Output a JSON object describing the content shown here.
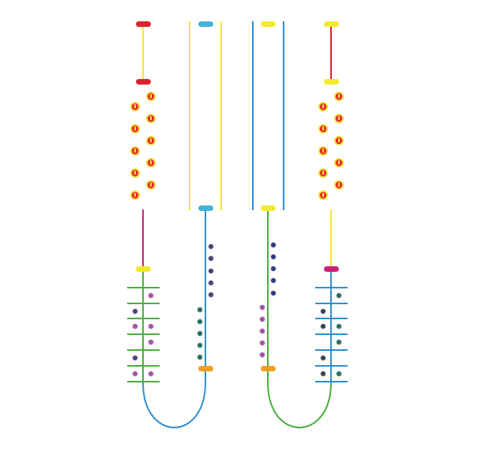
{
  "colors": {
    "yellow": "#f2ea2c",
    "blue": "#2f8fd0",
    "red": "#d9232d",
    "magenta": "#cf1f78",
    "green": "#4cae3f",
    "orange": "#f0a020",
    "cyan": "#46b3d6",
    "purple_dot": "#b04aa9",
    "teal_dot": "#27705e",
    "violet_dot": "#4f3f7a",
    "navy_dot": "#2f3c82",
    "dark_dot": "#3a4350",
    "dot_red": "#e8302a",
    "dot_yellow": "#f3e23a"
  },
  "lanes": [
    {
      "id": "lane1",
      "top_badge_color": "red",
      "mid_badge_color": "red",
      "low_badge_color": "yellow"
    },
    {
      "id": "lane2",
      "top_badge_color": "cyan",
      "mid_badge_color": "cyan",
      "low_badge_color": "orange"
    },
    {
      "id": "lane3",
      "top_badge_color": "yellow",
      "mid_badge_color": "yellow",
      "low_badge_color": "orange"
    },
    {
      "id": "lane4",
      "top_badge_color": "yellow",
      "mid_badge_color": "yellow",
      "low_badge_color": "magenta"
    }
  ]
}
